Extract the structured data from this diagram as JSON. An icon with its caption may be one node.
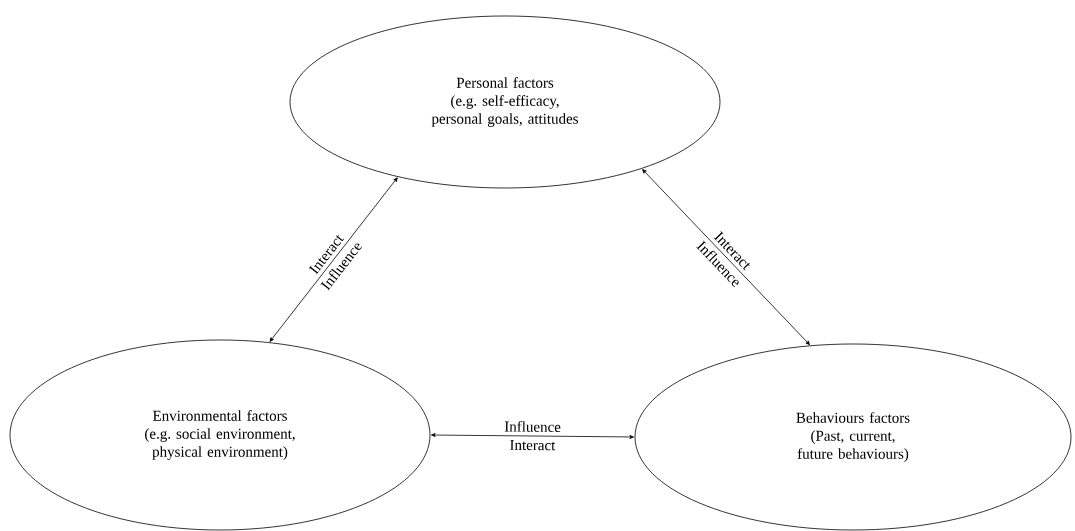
{
  "diagram": {
    "nodes": [
      {
        "text": [
          "Personal factors",
          "(e.g. self-efficacy, personal goals, attitudes"
        ]
      },
      {
        "text": [
          "Environmental factors",
          "(e.g. social environment, physical environment)"
        ]
      },
      {
        "text": [
          "Behaviours factors",
          "(Past, current, future behaviours)"
        ]
      }
    ],
    "edges": [
      {
        "from": 1,
        "to": 0,
        "arrow": "both",
        "label": "Interact"
      },
      {
        "from": 0,
        "to": 2,
        "arrow": "both",
        "label": "Interact"
      },
      {
        "from": 1,
        "to": 2,
        "arrow": "both",
        "label": "Influence"
      }
    ],
    "labels": [
      "Influence",
      "Influence",
      "Interact"
    ]
  }
}
